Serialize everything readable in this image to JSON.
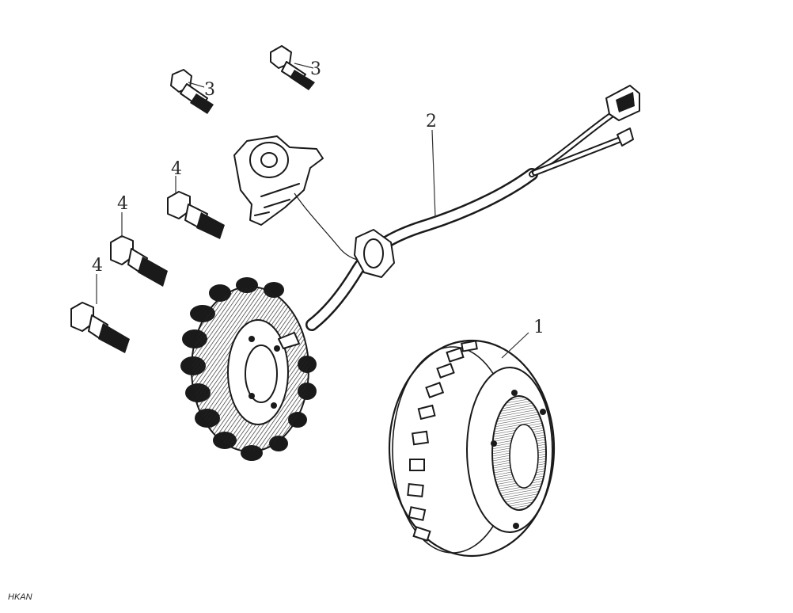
{
  "callouts": {
    "flywheel": "1",
    "harness": "2",
    "bolt_a_top": "3",
    "bolt_b_top": "3",
    "bolt_c": "4",
    "bolt_d": "4",
    "bolt_e": "4"
  },
  "brand": "HKAN"
}
